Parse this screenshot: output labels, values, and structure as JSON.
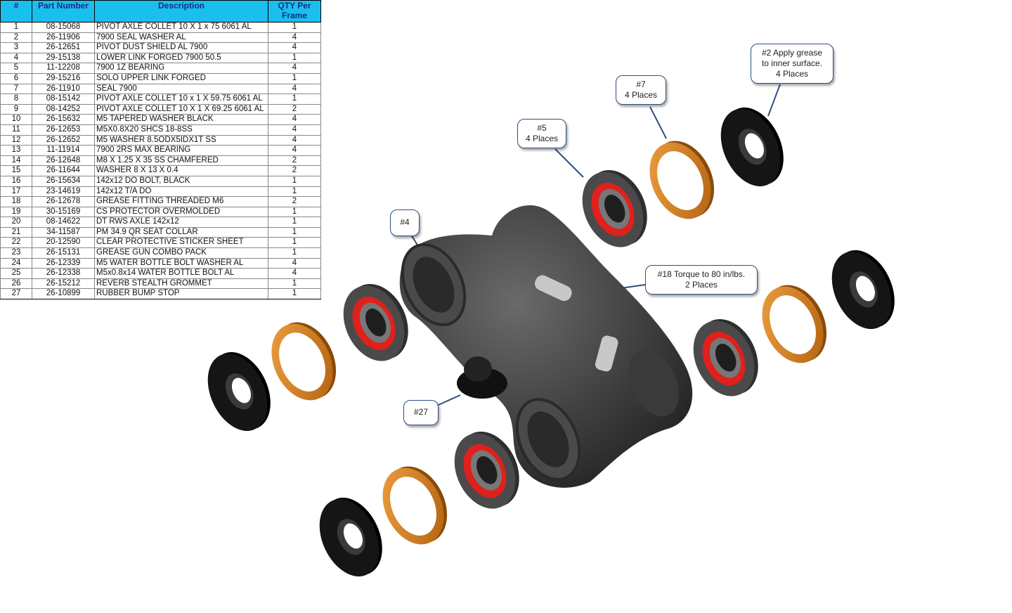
{
  "table": {
    "headers": [
      "#",
      "Part Number",
      "Description",
      "QTY Per Frame"
    ],
    "rows": [
      [
        "1",
        "08-15068",
        "PIVOT AXLE COLLET 10 X 1 x 75 6061 AL",
        "1"
      ],
      [
        "2",
        "26-11906",
        "7900 SEAL WASHER AL",
        "4"
      ],
      [
        "3",
        "26-12651",
        "PIVOT DUST SHIELD AL 7900",
        "4"
      ],
      [
        "4",
        "29-15138",
        "LOWER LINK FORGED 7900 50.5",
        "1"
      ],
      [
        "5",
        "11-12208",
        "7900 1Z BEARING",
        "4"
      ],
      [
        "6",
        "29-15216",
        "SOLO UPPER LINK FORGED",
        "1"
      ],
      [
        "7",
        "26-11910",
        "SEAL 7900",
        "4"
      ],
      [
        "8",
        "08-15142",
        "PIVOT AXLE COLLET 10 x 1 X 59.75 6061 AL",
        "1"
      ],
      [
        "9",
        "08-14252",
        "PIVOT AXLE COLLET 10 X 1 X 69.25 6061 AL",
        "2"
      ],
      [
        "10",
        "26-15632",
        "M5 TAPERED WASHER BLACK",
        "4"
      ],
      [
        "11",
        "26-12653",
        "M5X0.8X20 SHCS 18-8SS",
        "4"
      ],
      [
        "12",
        "26-12652",
        "M5 WASHER 8.5ODX5IDX1T SS",
        "4"
      ],
      [
        "13",
        "11-11914",
        "7900 2RS MAX BEARING",
        "4"
      ],
      [
        "14",
        "26-12648",
        "M8 X 1.25 X 35 SS CHAMFERED",
        "2"
      ],
      [
        "15",
        "26-11644",
        "WASHER 8 X 13 X 0.4",
        "2"
      ],
      [
        "16",
        "26-15634",
        "142x12 DO BOLT, BLACK",
        "1"
      ],
      [
        "17",
        "23-14619",
        "142x12 T/A DO",
        "1"
      ],
      [
        "18",
        "26-12678",
        "GREASE FITTING THREADED M6",
        "2"
      ],
      [
        "19",
        "30-15169",
        " CS PROTECTOR OVERMOLDED",
        "1"
      ],
      [
        "20",
        "08-14622",
        "DT RWS AXLE 142x12",
        "1"
      ],
      [
        "21",
        "34-11587",
        "PM 34.9 QR SEAT COLLAR",
        "1"
      ],
      [
        "22",
        "20-12590",
        "CLEAR PROTECTIVE STICKER SHEET",
        "1"
      ],
      [
        "23",
        "26-15131",
        "GREASE GUN COMBO PACK",
        "1"
      ],
      [
        "24",
        "26-12339",
        "M5 WATER BOTTLE BOLT WASHER AL",
        "4"
      ],
      [
        "25",
        "26-12338",
        "M5x0.8x14 WATER BOTTLE BOLT AL",
        "4"
      ],
      [
        "26",
        "26-15212",
        "REVERB STEALTH GROMMET",
        "1"
      ],
      [
        "27",
        "26-10899",
        "RUBBER BUMP STOP",
        "1"
      ]
    ]
  },
  "callouts": {
    "c2": [
      "#2 Apply grease",
      "to inner surface.",
      "4 Places"
    ],
    "c7": [
      "#7",
      "4 Places"
    ],
    "c5": [
      "#5",
      "4 Places"
    ],
    "c4": [
      "#4"
    ],
    "c18": [
      "#18 Torque to 80 in/lbs.",
      "2 Places"
    ],
    "c27": [
      "#27"
    ]
  },
  "colors": {
    "header": "#19c0ee",
    "seal": "#d9861a",
    "bearing_red": "#e0201c",
    "body": "#3c3c3c"
  }
}
